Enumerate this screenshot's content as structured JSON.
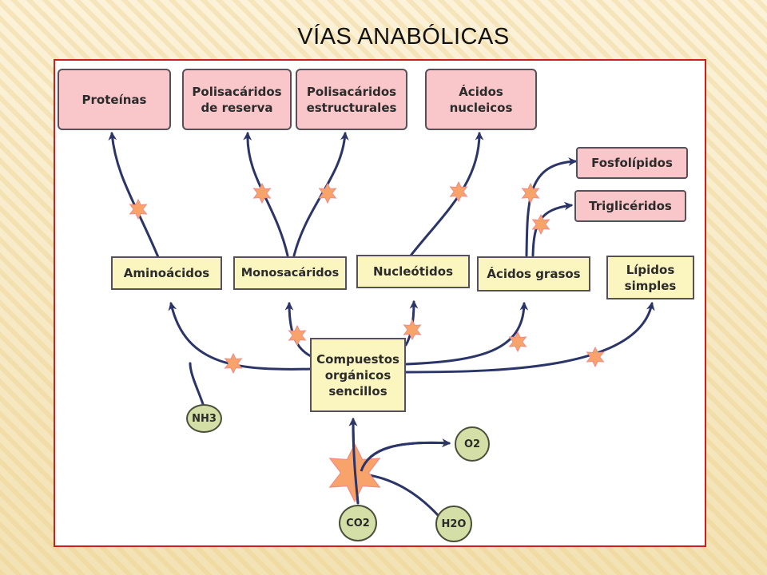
{
  "title": "VÍAS ANABÓLICAS",
  "products": {
    "proteinas": "Proteínas",
    "polisacaridos_reserva": "Polisacáridos de reserva",
    "polisacaridos_estructurales": "Polisacáridos estructurales",
    "acidos_nucleicos": "Ácidos nucleicos",
    "fosfolipidos": "Fosfolípidos",
    "trigliceridos": "Triglicéridos"
  },
  "intermediates": {
    "aminoacidos": "Aminoácidos",
    "monosacaridos": "Monosacáridos",
    "nucleotidos": "Nucleótidos",
    "acidos_grasos": "Ácidos grasos",
    "lipidos_simples": "Lípidos simples"
  },
  "precursor": "Compuestos orgánicos sencillos",
  "molecules": {
    "nh3": "NH3",
    "o2": "O2",
    "co2": "CO2",
    "h2o": "H2O"
  },
  "colors": {
    "arrow": "#2c3568",
    "product_fill": "#f9c6c9",
    "intermediate_fill": "#fbf6c0",
    "molecule_fill": "#d4dfa8",
    "energy_star": "#f7a36a",
    "frame_border": "#d01c1c"
  }
}
